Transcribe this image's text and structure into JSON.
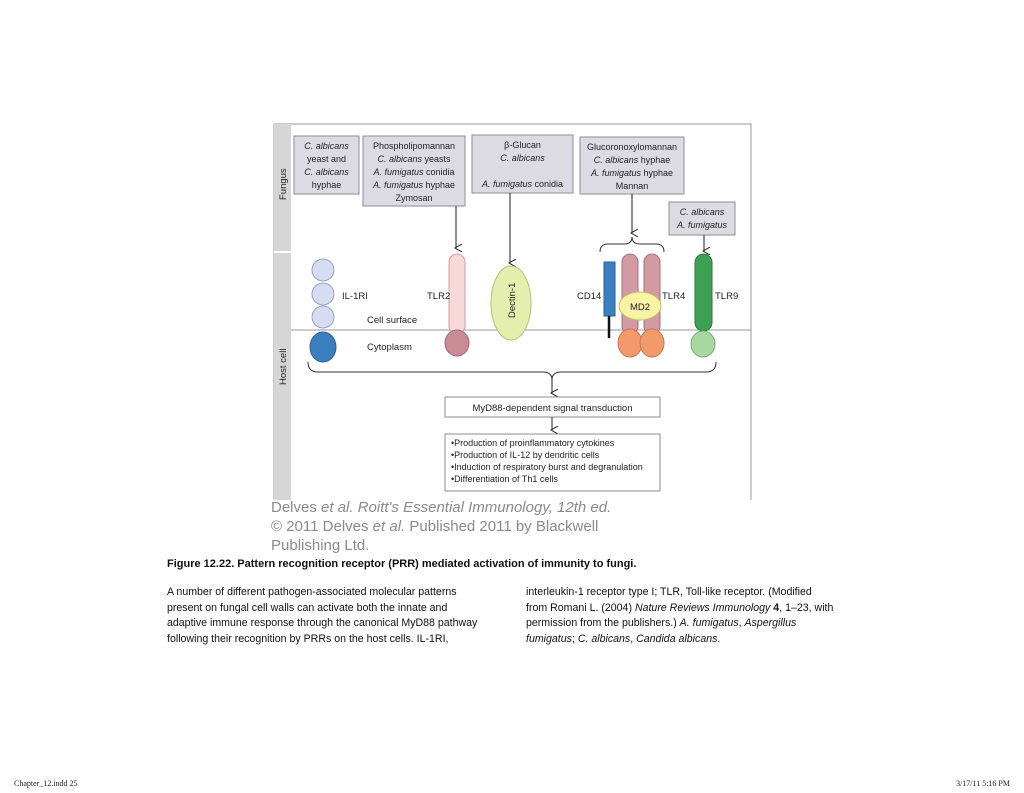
{
  "regions": {
    "fungus": "Fungus",
    "host": "Host cell"
  },
  "pamps": {
    "box1": [
      [
        {
          "t": "C. albicans",
          "i": true
        }
      ],
      [
        {
          "t": "yeast and",
          "i": false
        }
      ],
      [
        {
          "t": "C. albicans",
          "i": true
        }
      ],
      [
        {
          "t": "hyphae",
          "i": false
        }
      ]
    ],
    "box2": [
      [
        {
          "t": "Phospholipomannan",
          "i": false
        }
      ],
      [
        {
          "t": "C. albicans",
          "i": true
        },
        {
          "t": " yeasts",
          "i": false
        }
      ],
      [
        {
          "t": "A. fumigatus",
          "i": true
        },
        {
          "t": " conidia",
          "i": false
        }
      ],
      [
        {
          "t": "A. fumigatus",
          "i": true
        },
        {
          "t": " hyphae",
          "i": false
        }
      ],
      [
        {
          "t": "Zymosan",
          "i": false
        }
      ]
    ],
    "box3": [
      [
        {
          "t": "β-Glucan",
          "i": false
        }
      ],
      [
        {
          "t": "C. albicans",
          "i": true
        }
      ],
      [
        {
          "t": "",
          "i": false
        }
      ],
      [
        {
          "t": "A. fumigatus",
          "i": true
        },
        {
          "t": " conidia",
          "i": false
        }
      ]
    ],
    "box4": [
      [
        {
          "t": "Glucoronoxylomannan",
          "i": false
        }
      ],
      [
        {
          "t": "C. albicans",
          "i": true
        },
        {
          "t": " hyphae",
          "i": false
        }
      ],
      [
        {
          "t": "A. fumigatus",
          "i": true
        },
        {
          "t": " hyphae",
          "i": false
        }
      ],
      [
        {
          "t": "Mannan",
          "i": false
        }
      ]
    ],
    "box5": [
      [
        {
          "t": "C. albicans",
          "i": true
        }
      ],
      [
        {
          "t": "A. fumigatus",
          "i": true
        }
      ]
    ]
  },
  "receptors": {
    "il1ri": "IL-1RI",
    "tlr2": "TLR2",
    "dectin": "Dectin-1",
    "cd14": "CD14",
    "md2": "MD2",
    "tlr4": "TLR4",
    "tlr9": "TLR9"
  },
  "membrane": {
    "surface": "Cell surface",
    "cytoplasm": "Cytoplasm"
  },
  "signal": "MyD88-dependent signal transduction",
  "outcomes": [
    "•Production of proinflammatory cytokines",
    "•Production of IL-12 by dendritic cells",
    "•Induction of respiratory burst and degranulation",
    "•Differentiation of Th1 cells"
  ],
  "colors": {
    "pampBox": "#dcdbe4",
    "il1ri": "#d6ddf0",
    "il1riCyto": "#3b7fbf",
    "tlr2": "#f6d9d8",
    "tlrCyto": "#c98c97",
    "dectin": "#e3eeaf",
    "cd14": "#3b7fbf",
    "tlr4": "#d29aa3",
    "md2": "#f8f3a5",
    "tlr4Cyto": "#f29a6c",
    "tlr9": "#3ea055",
    "tlr9Cyto": "#a8d7a2"
  },
  "credit": [
    [
      {
        "t": "Delves ",
        "i": false
      },
      {
        "t": "et al. Roitt's Essential Immunology, 12th ed.",
        "i": true
      }
    ],
    [
      {
        "t": "© 2011 Delves ",
        "i": false
      },
      {
        "t": "et al.",
        "i": true
      },
      {
        "t": " Published 2011 by Blackwell",
        "i": false
      }
    ],
    [
      {
        "t": "Publishing Ltd.",
        "i": false
      }
    ]
  ],
  "caption": {
    "title": "Figure 12.22. Pattern recognition receptor (PRR) mediated activation of immunity to fungi.",
    "left": [
      [
        {
          "t": "A number of different pathogen-associated molecular patterns",
          "i": false
        }
      ],
      [
        {
          "t": "present on fungal cell walls can activate both the innate and",
          "i": false
        }
      ],
      [
        {
          "t": "adaptive immune response through the canonical MyD88 pathway",
          "i": false
        }
      ],
      [
        {
          "t": "following their recognition by PRRs on the host cells. IL-1RI,",
          "i": false
        }
      ]
    ],
    "right": [
      [
        {
          "t": "interleukin-1 receptor type I; TLR, Toll-like receptor. (Modified",
          "i": false
        }
      ],
      [
        {
          "t": "from Romani L. (2004) ",
          "i": false
        },
        {
          "t": "Nature Reviews Immunology",
          "i": true
        },
        {
          "t": " 4",
          "b": true
        },
        {
          "t": ", 1–23, with",
          "i": false
        }
      ],
      [
        {
          "t": "permission from the publishers.) ",
          "i": false
        },
        {
          "t": "A. fumigatus",
          "i": true
        },
        {
          "t": ", ",
          "i": false
        },
        {
          "t": "Aspergillus",
          "i": true
        }
      ],
      [
        {
          "t": "fumigatus",
          "i": true
        },
        {
          "t": "; ",
          "i": false
        },
        {
          "t": "C. albicans",
          "i": true
        },
        {
          "t": ", ",
          "i": false
        },
        {
          "t": "Candida albicans",
          "i": true
        },
        {
          "t": ".",
          "i": false
        }
      ]
    ]
  },
  "footer": {
    "left": "Chapter_12.indd   25",
    "right": "3/17/11   5:16 PM"
  }
}
